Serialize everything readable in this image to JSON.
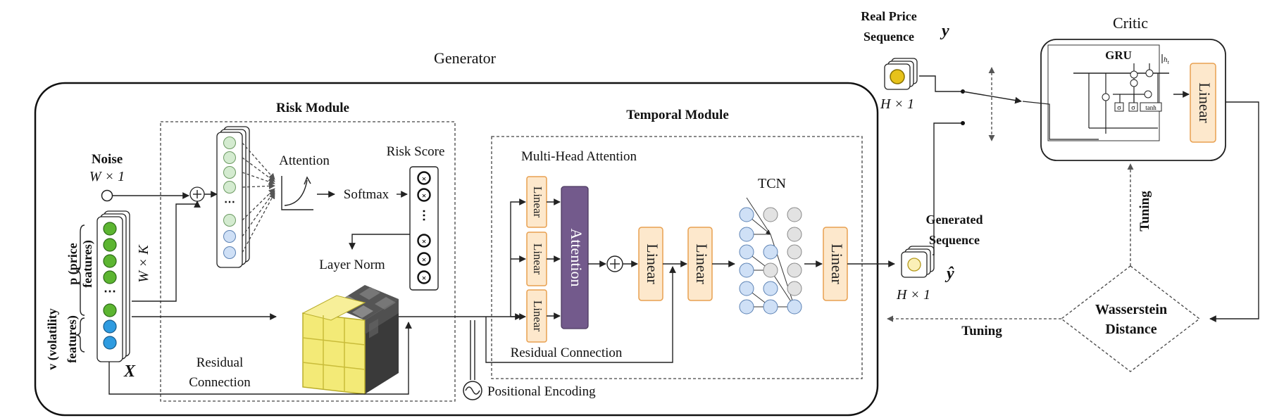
{
  "generator": {
    "title": "Generator",
    "risk_module": {
      "title": "Risk Module",
      "attention_label": "Attention",
      "softmax_label": "Softmax",
      "risk_score_label": "Risk Score",
      "layer_norm_label": "Layer Norm",
      "residual_label_1": "Residual",
      "residual_label_2": "Connection"
    },
    "noise": {
      "label": "Noise",
      "dim": "W × 1"
    },
    "input": {
      "dim": "W × K",
      "symbol": "X",
      "price_label_1": "p (price",
      "price_label_2": "features)",
      "vol_label_1": "v (volatility",
      "vol_label_2": "features)"
    },
    "temporal_module": {
      "title": "Temporal Module",
      "mha_label": "Multi-Head Attention",
      "linear_label": "Linear",
      "attention_block": "Attention",
      "tcn_label": "TCN",
      "residual_label": "Residual Connection"
    },
    "positional_encoding": "Positional Encoding"
  },
  "real": {
    "label_1": "Real Price",
    "label_2": "Sequence",
    "symbol": "y",
    "dim": "H × 1"
  },
  "generated": {
    "label_1": "Generated",
    "label_2": "Sequence",
    "symbol": "ŷ",
    "dim": "H × 1"
  },
  "critic": {
    "title": "Critic",
    "gru_label": "GRU",
    "linear_label": "Linear",
    "gate_sigma": "σ",
    "gate_tanh": "tanh",
    "h_label": "h",
    "h_sub": "t"
  },
  "wasserstein": {
    "label_1": "Wasserstein",
    "label_2": "Distance"
  },
  "tuning_label": "Tuning",
  "colors": {
    "linear_fill": "#fde8cc",
    "attention_fill": "#735a8c",
    "price_node": "#5cb531",
    "vol_node": "#2e9be0",
    "risk_cube": "#f3ea77"
  }
}
